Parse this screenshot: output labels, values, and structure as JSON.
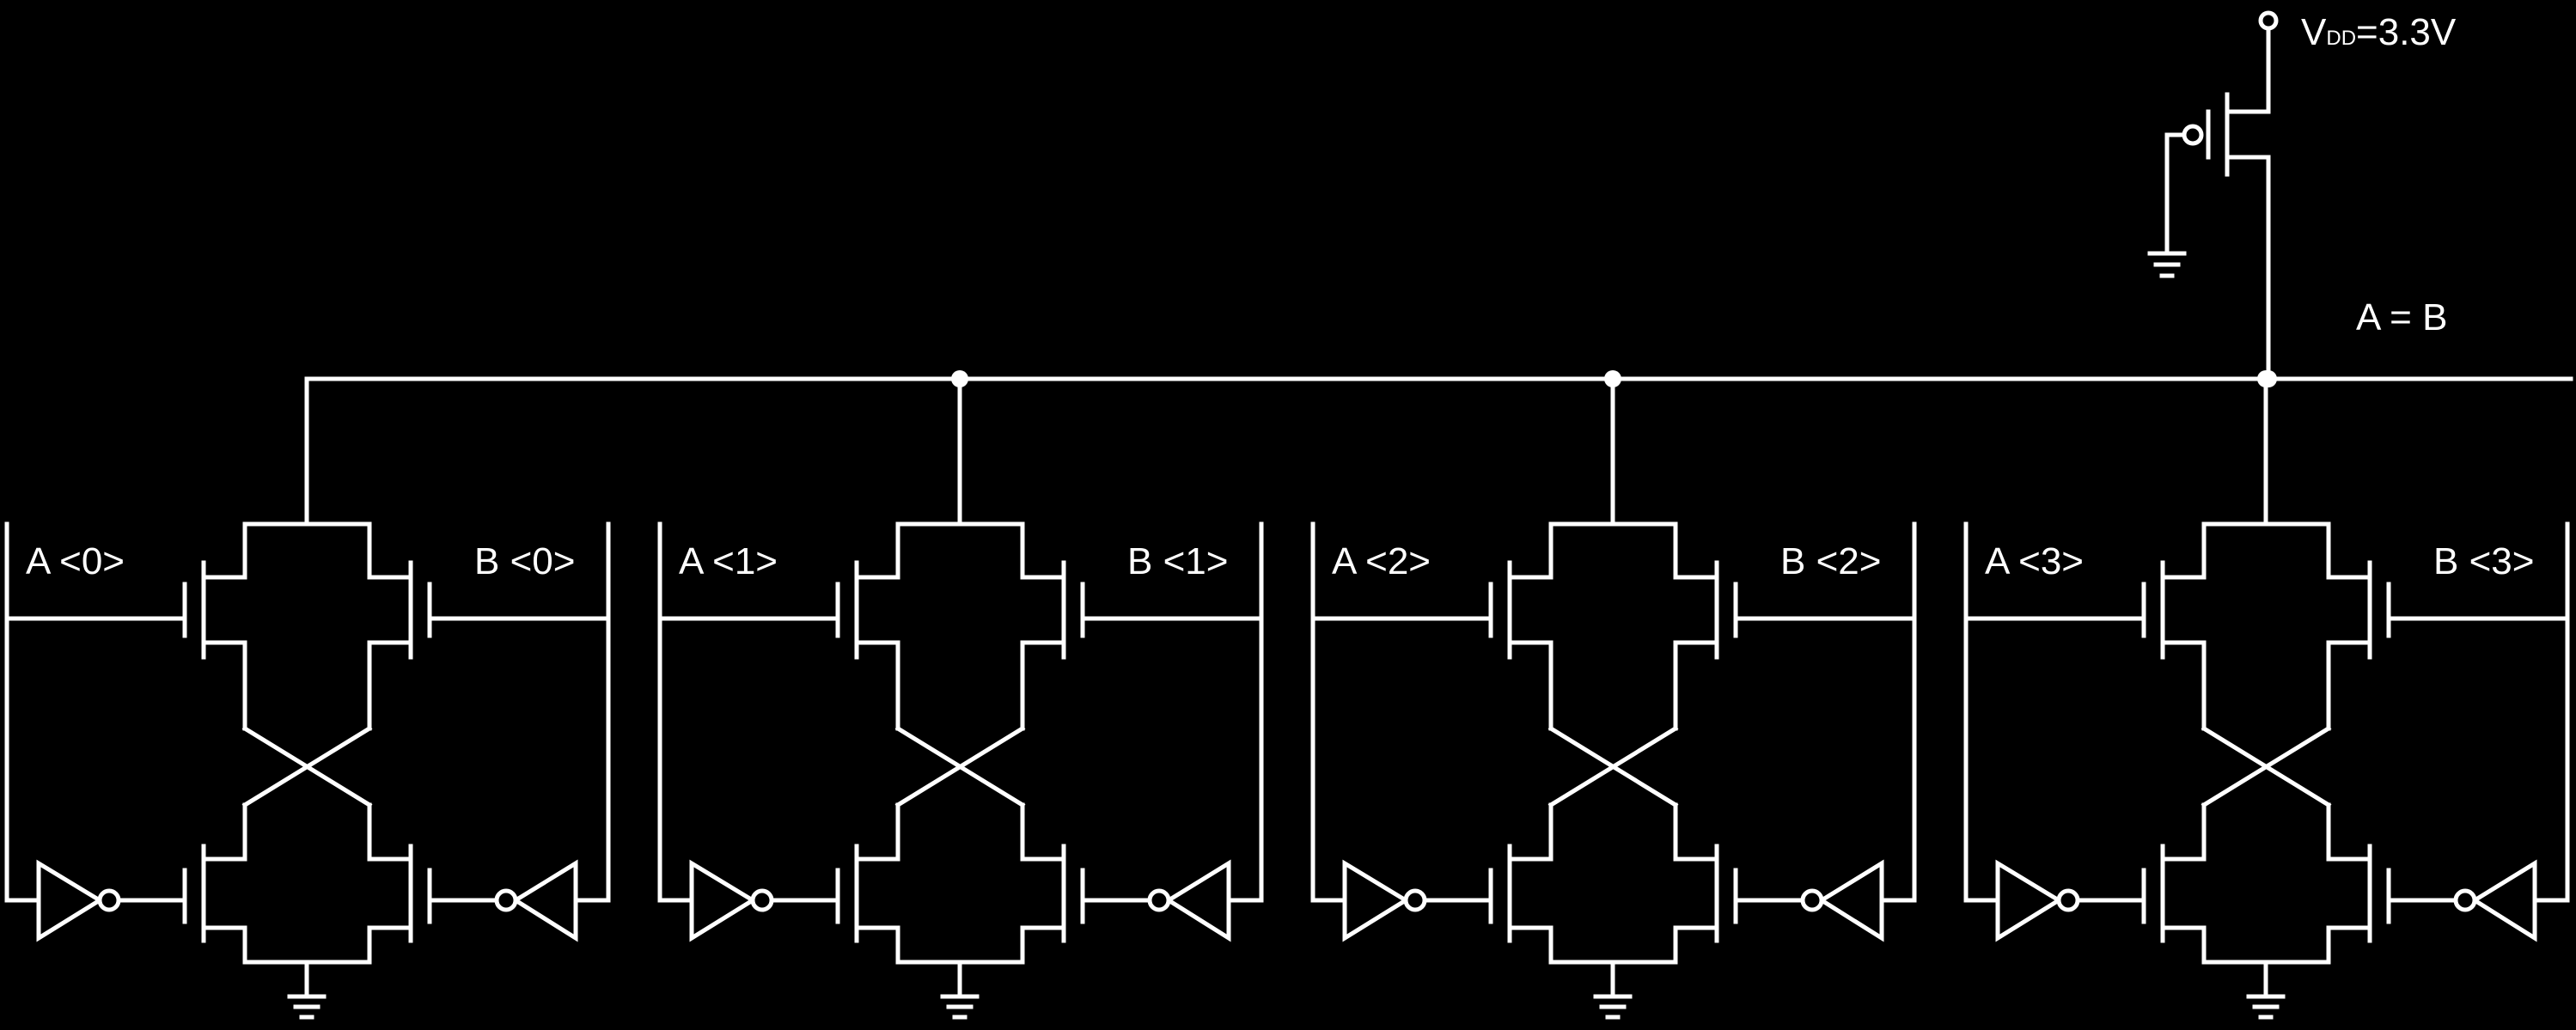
{
  "colors": {
    "background": "#000000",
    "wire": "#ffffff"
  },
  "supply": {
    "prefix": "V",
    "subscript": "DD",
    "value": "=3.3V"
  },
  "output_label": "A = B",
  "bits": [
    {
      "a_label": "A <0>",
      "b_label": "B <0>"
    },
    {
      "a_label": "A <1>",
      "b_label": "B <1>"
    },
    {
      "a_label": "A <2>",
      "b_label": "B <2>"
    },
    {
      "a_label": "A <3>",
      "b_label": "B <3>"
    }
  ]
}
